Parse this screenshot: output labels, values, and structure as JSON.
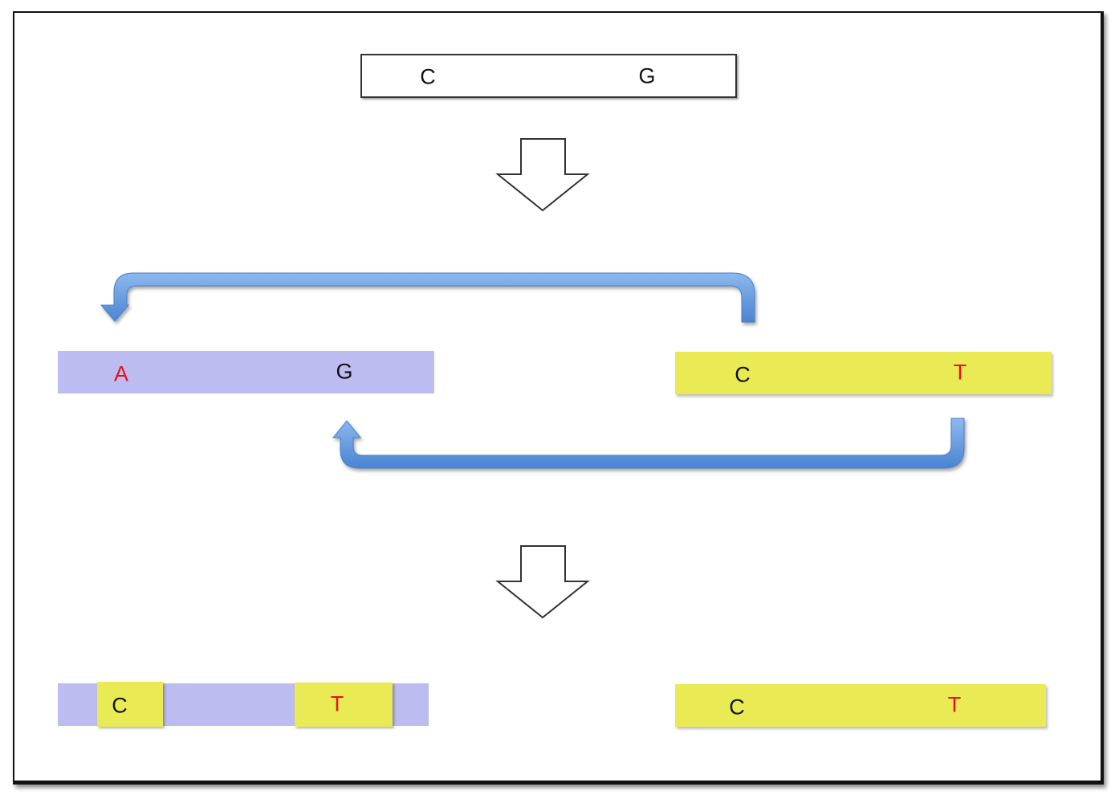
{
  "colors": {
    "frame_border": "#111111",
    "original_fill": "#ffffff",
    "purple_strand": "#bcbcf0",
    "yellow_strand": "#eaea55",
    "base_text": "#111111",
    "mutated_base_text": "#e8101a",
    "recombination_arrow": "#5b95dc",
    "step_arrow_fill": "#ffffff"
  },
  "original_strand": {
    "bases": [
      "C",
      "G"
    ]
  },
  "middle_row": {
    "left_strand": {
      "bases": [
        "A",
        "G"
      ]
    },
    "right_strand": {
      "bases": [
        "C",
        "T"
      ]
    }
  },
  "bottom_row": {
    "left_strand": {
      "bases": [
        "C",
        "T"
      ]
    },
    "right_strand": {
      "bases": [
        "C",
        "T"
      ]
    }
  }
}
